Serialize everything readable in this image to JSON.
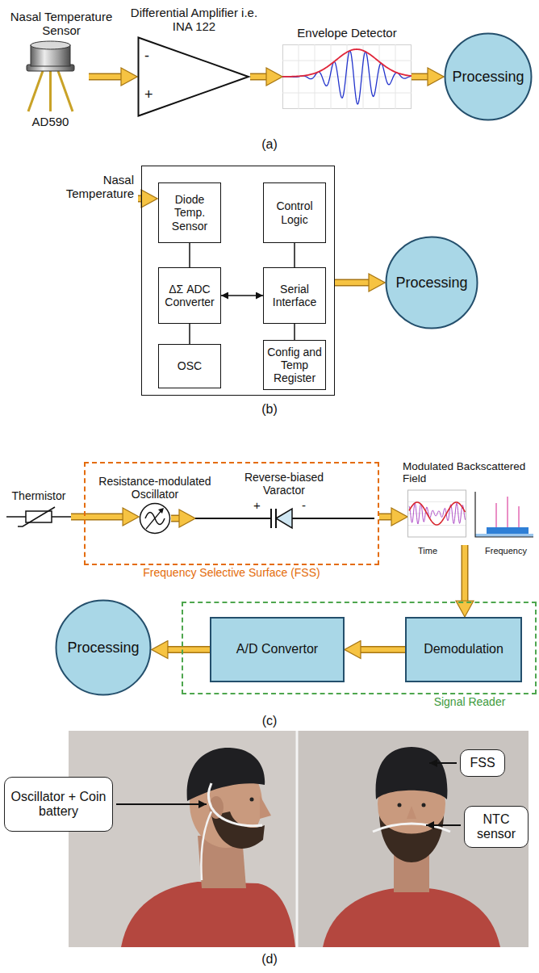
{
  "diagram": {
    "nodes": [
      {
        "text": [
          "Nasal Temperature Sensor",
          "AD590"
        ]
      },
      {
        "text": [
          "Differential Amplifier i.e. INA 122",
          "-",
          "+"
        ]
      },
      {
        "text": [
          "Envelope Detector"
        ]
      },
      {
        "text": [
          "Processing"
        ]
      },
      {
        "text": []
      },
      {
        "text": [
          "Diode Temp. Sensor"
        ],
        "in": 4
      },
      {
        "text": [
          "Control Logic"
        ],
        "in": 4
      },
      {
        "text": [
          "ΔΣ ADC Converter"
        ],
        "in": 4
      },
      {
        "text": [
          "Serial Interface"
        ],
        "in": 4
      },
      {
        "text": [
          "OSC"
        ],
        "in": 4
      },
      {
        "text": [
          "Config and Temp Register"
        ],
        "in": 4
      },
      {
        "text": [
          "Processing"
        ]
      },
      {
        "text": [
          "Thermistor"
        ]
      },
      {
        "text": [
          "Frequency Selective Surface (FSS)"
        ]
      },
      {
        "text": [
          "Resistance-modulated Oscillator"
        ],
        "in": 13
      },
      {
        "text": [
          "Reverse-biased Varactor",
          "+",
          "-"
        ],
        "in": 13
      },
      {
        "text": [
          "Modulated Backscattered Field",
          "Time",
          "Frequency"
        ]
      },
      {
        "text": [
          "Signal Reader"
        ]
      },
      {
        "text": [
          "Demodulation"
        ],
        "in": 17
      },
      {
        "text": [
          "A/D Convertor"
        ],
        "in": 17
      },
      {
        "text": [
          "Processing"
        ]
      },
      {
        "text": [
          "Oscillator + Coin battery"
        ]
      },
      {
        "text": [
          "FSS"
        ]
      },
      {
        "text": [
          "NTC sensor"
        ]
      }
    ],
    "edges": [
      {
        "from": 0,
        "to": 1,
        "arrow": "to"
      },
      {
        "from": 1,
        "to": 2,
        "arrow": "to"
      },
      {
        "from": 2,
        "to": 3,
        "arrow": "to"
      },
      {
        "from": 4,
        "to": 11,
        "arrow": "to"
      },
      {
        "from": 5,
        "to": 7,
        "arrow": "none"
      },
      {
        "from": 7,
        "to": 9,
        "arrow": "none"
      },
      {
        "from": 6,
        "to": 8,
        "arrow": "none"
      },
      {
        "from": 8,
        "to": 10,
        "arrow": "none"
      },
      {
        "from": 7,
        "to": 8,
        "arrow": "both"
      },
      {
        "from": 12,
        "to": 14,
        "arrow": "to"
      },
      {
        "from": 14,
        "to": 15,
        "arrow": "to"
      },
      {
        "from": 13,
        "to": 16,
        "arrow": "to"
      },
      {
        "from": 16,
        "to": 18,
        "arrow": "to"
      },
      {
        "from": 18,
        "to": 19,
        "arrow": "to"
      },
      {
        "from": 19,
        "to": 20,
        "arrow": "to"
      }
    ],
    "labels": [
      "(a)",
      "Nasal Temperature",
      "(b)",
      "(c)",
      "(d)"
    ]
  }
}
